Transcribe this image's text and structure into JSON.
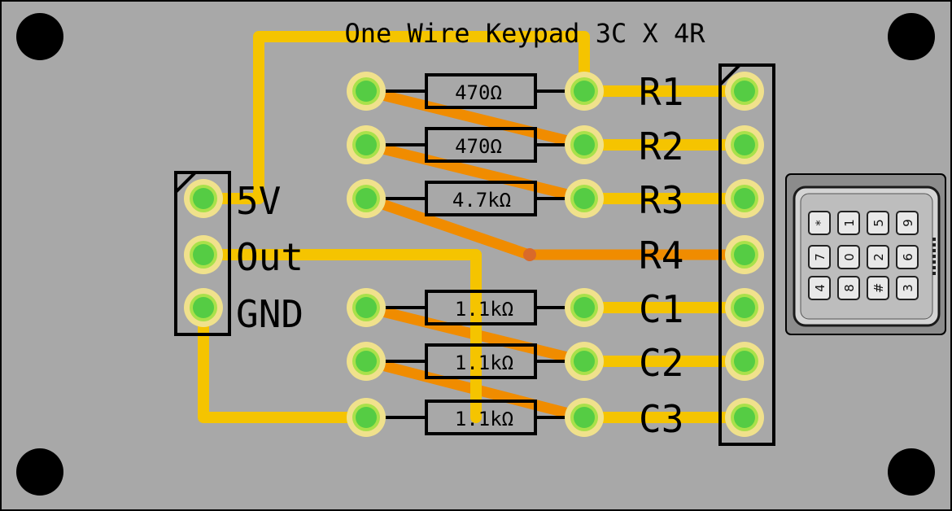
{
  "board": {
    "title": "One Wire Keypad 3C X 4R",
    "background_color": "#a8a8a8",
    "trace_color_top": "#f5c400",
    "trace_color_bottom": "#f08c00",
    "pad_ring_color": "#f0e18c",
    "pad_center_color": "#55cc44"
  },
  "connector_labels": {
    "vcc": "5V",
    "out": "Out",
    "gnd": "GND"
  },
  "resistors": [
    {
      "value": "470Ω",
      "connects_to": "R1"
    },
    {
      "value": "470Ω",
      "connects_to": "R2"
    },
    {
      "value": "4.7kΩ",
      "connects_to": "R3"
    },
    {
      "value": "1.1kΩ",
      "connects_to": "C1"
    },
    {
      "value": "1.1kΩ",
      "connects_to": "C2"
    },
    {
      "value": "1.1kΩ",
      "connects_to": "C3"
    }
  ],
  "header_labels": [
    "R1",
    "R2",
    "R3",
    "R4",
    "C1",
    "C2",
    "C3"
  ],
  "keypad": {
    "icon": "keypad-icon",
    "keys": [
      "*",
      "7",
      "4",
      "1",
      "0",
      "8",
      "5",
      "2",
      "#",
      "9",
      "6",
      "3"
    ]
  }
}
